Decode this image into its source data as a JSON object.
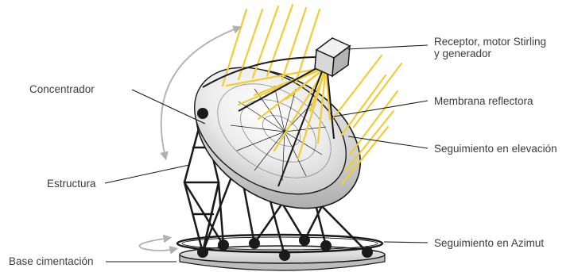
{
  "labels": {
    "receptor": "Receptor, motor Stirling",
    "receptor_line2": "y generador",
    "membrana": "Membrana reflectora",
    "elevacion": "Seguimiento en elevación",
    "azimut": "Seguimiento en Azimut",
    "concentrador": "Concentrador",
    "estructura": "Estructura",
    "base": "Base cimentación"
  },
  "colors": {
    "sun_rays": "#f2cc33",
    "outline": "#1a1a1a",
    "dish_light": "#f2f2f2",
    "dish_mid": "#d6d6d6",
    "dish_dark": "#a8a8a8",
    "arrow": "#b0b0b0",
    "text": "#3c3c3c"
  }
}
